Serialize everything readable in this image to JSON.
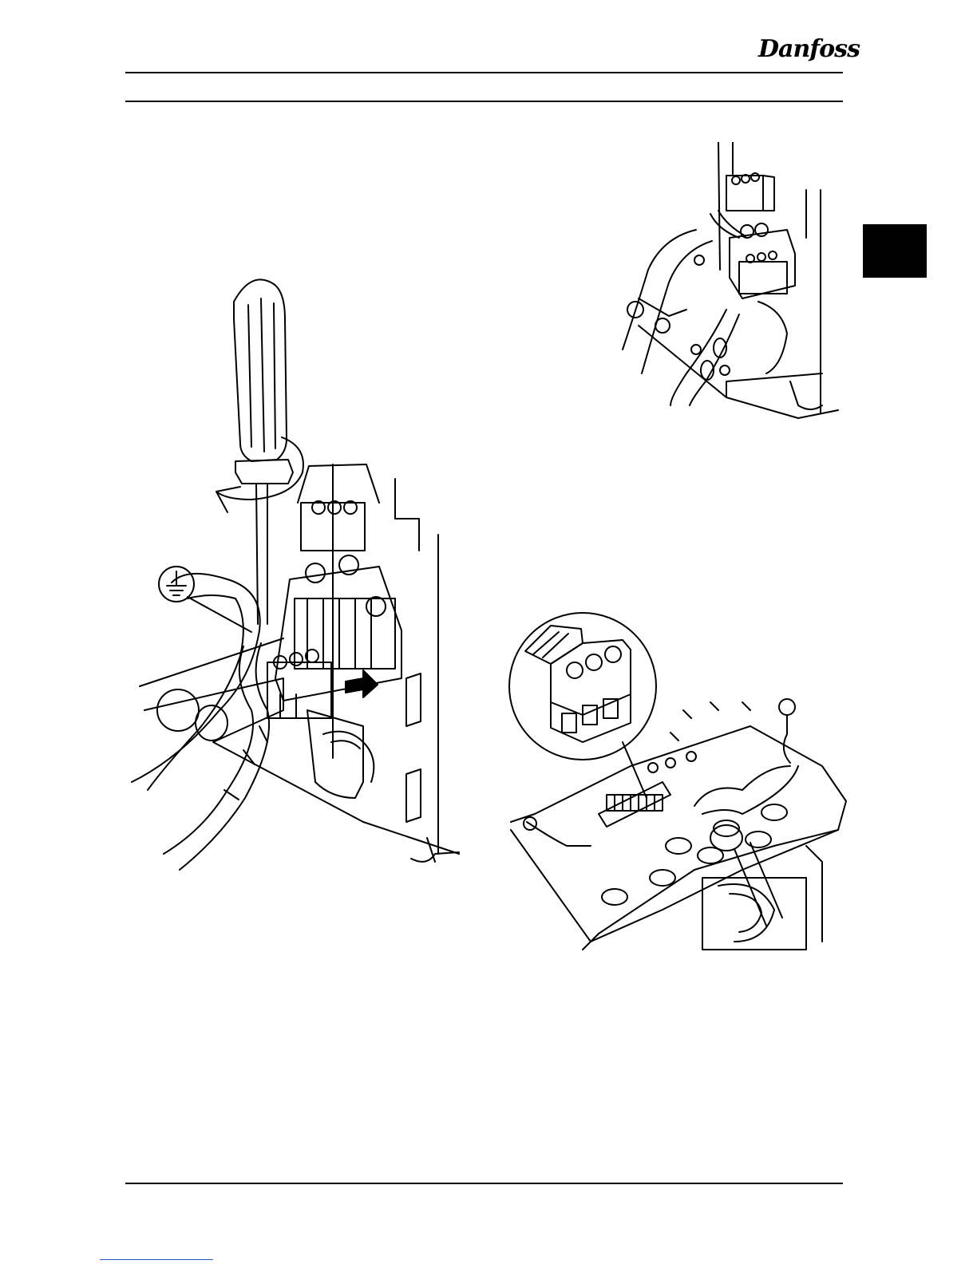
{
  "header": {
    "logo_text": "Danfoss",
    "logo_icon": "danfoss-logo-icon"
  },
  "colors": {
    "ink": "#000000",
    "paper": "#ffffff",
    "link": "#2a55c8"
  },
  "figures": [
    {
      "id": "fig-screwdriver-terminal",
      "icon": "screwdriver-icon"
    },
    {
      "id": "fig-mains-cable-connection",
      "icon": "cable-clamp-icon"
    },
    {
      "id": "fig-connector-detail",
      "icon": "terminal-block-icon"
    }
  ],
  "symbols": {
    "ground_icon": "ground-symbol-icon",
    "rotate_arrow_icon": "rotate-arrow-icon",
    "push_arrow_icon": "push-arrow-icon"
  }
}
